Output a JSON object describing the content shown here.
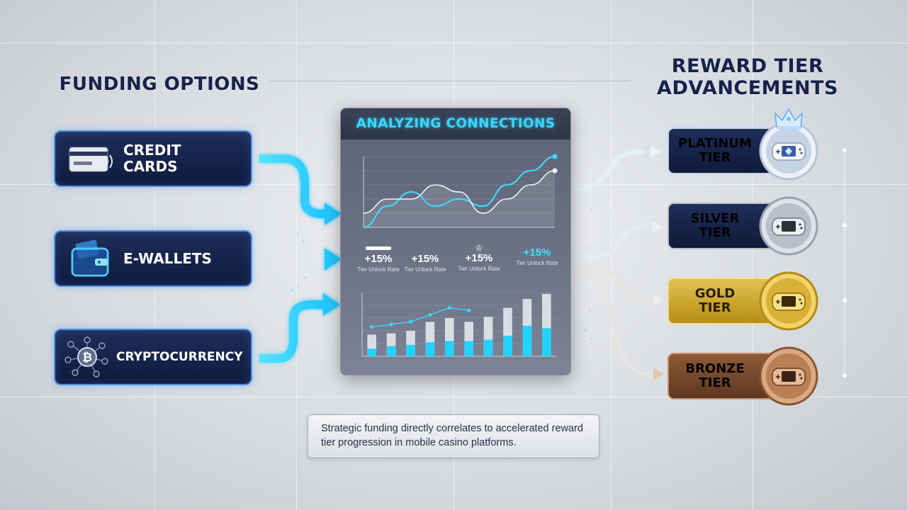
{
  "left_title": "FUNDING OPTIONS",
  "right_title_line1": "REWARD TIER",
  "right_title_line2": "ADVANCEMENTS",
  "funding": [
    {
      "label": "CREDIT\nCARDS",
      "icon": "credit-card-icon"
    },
    {
      "label": "E-WALLETS",
      "icon": "wallet-icon"
    },
    {
      "label": "CRYPTOCURRENCY",
      "icon": "bitcoin-network-icon"
    }
  ],
  "panel": {
    "title": "ANALYZING CONNECTIONS",
    "stats": [
      {
        "value": "+15%",
        "label": "Tier Unlock Rate",
        "icon": "bar-icon"
      },
      {
        "value": "+15%",
        "label": "Tier Unlock Rate",
        "icon": ""
      },
      {
        "value": "+15%",
        "label": "Tier Unlock Rate",
        "icon": "crown-icon"
      },
      {
        "value": "+15%",
        "label": "Tier Unlock Rate",
        "icon": ""
      }
    ]
  },
  "tiers": [
    {
      "label": "PLATINUM\nTIER",
      "text_color": "#ffffff",
      "icon": "gamepad-icon",
      "crown": "crown-icon"
    },
    {
      "label": "SILVER\nTIER",
      "text_color": "#ffffff",
      "icon": "gamepad-icon"
    },
    {
      "label": "GOLD\nTIER",
      "text_color": "#2a1d05",
      "icon": "gamepad-icon"
    },
    {
      "label": "BRONZE\nTIER",
      "text_color": "#ffffff",
      "icon": "gamepad-icon"
    }
  ],
  "caption": "Strategic funding directly correlates to accelerated reward tier progression in mobile casino platforms.",
  "colors": {
    "accent": "#37d8ff",
    "navy": "#16224a",
    "gold": "#c9a227",
    "bronze": "#7a4b2c",
    "silver": "#b8bec8"
  },
  "chart_data": [
    {
      "type": "line",
      "series": [
        {
          "values": [
            0,
            3,
            5,
            3,
            4,
            3,
            6,
            8,
            10
          ]
        },
        {
          "values": [
            2,
            4,
            4,
            6,
            5,
            2,
            4,
            6,
            8
          ]
        }
      ],
      "x_count": 9
    },
    {
      "type": "bar",
      "series": [
        {
          "values": [
            3.4,
            3.6,
            4.0,
            5.4,
            6.0,
            5.4,
            6.2,
            7.6,
            9.0,
            9.8
          ]
        },
        {
          "values": [
            1.2,
            1.6,
            1.8,
            2.2,
            2.4,
            2.4,
            2.6,
            3.2,
            4.8,
            4.4
          ]
        },
        {
          "values": [
            4.6,
            5.0,
            5.4,
            6.5,
            7.6,
            7.2
          ]
        }
      ],
      "categories_count": 10
    }
  ]
}
